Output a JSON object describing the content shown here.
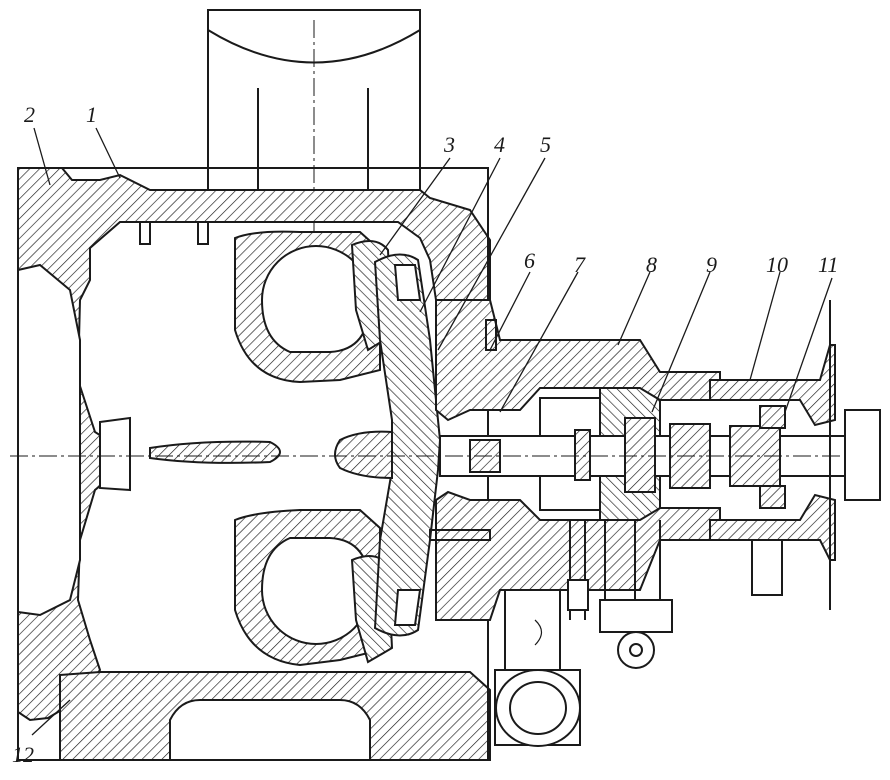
{
  "callouts": [
    "1",
    "2",
    "3",
    "4",
    "5",
    "6",
    "7",
    "8",
    "9",
    "10",
    "11",
    "12"
  ],
  "colors": {
    "ink": "#1a1a1a",
    "paper": "#ffffff"
  }
}
